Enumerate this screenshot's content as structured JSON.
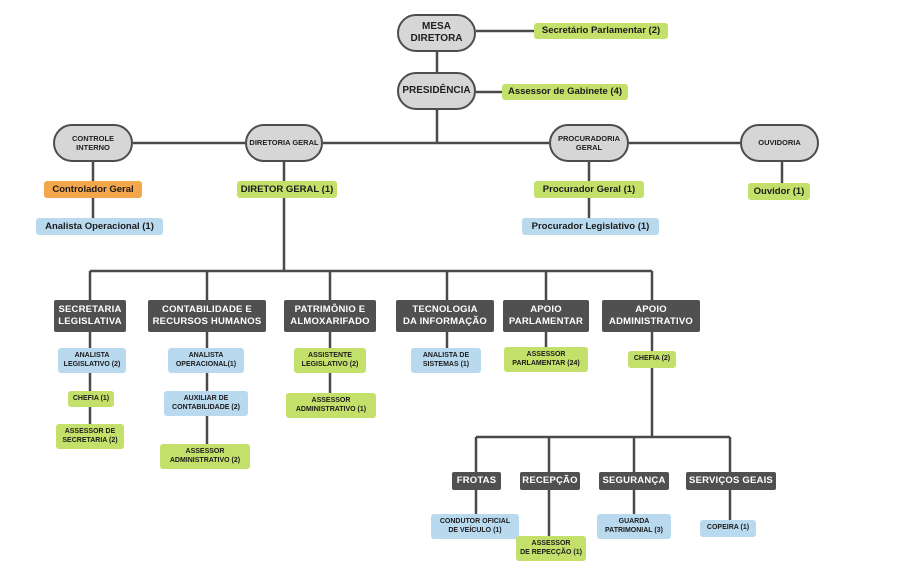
{
  "colors": {
    "node_gray": "#d6d6d6",
    "node_border": "#4d4d4d",
    "department_dark": "#505050",
    "role_green": "#c3e06b",
    "role_blue": "#b9d9ef",
    "role_orange": "#f4a64a",
    "connector": "#4a4a4a"
  },
  "top": {
    "mesa_diretora": "MESA\nDIRETORA",
    "secretario_parlamentar": "Secretário Parlamentar (2)",
    "presidencia": "PRESIDÊNCIA",
    "assessor_gabinete": "Assessor de Gabinete (4)"
  },
  "branches": {
    "controle_interno": "CONTROLE\nINTERNO",
    "controlador_geral": "Controlador Geral",
    "analista_operacional": "Analista Operacional (1)",
    "diretoria_geral": "DIRETORIA GERAL",
    "diretor_geral": "DIRETOR GERAL (1)",
    "procuradoria_geral": "PROCURADORIA\nGERAL",
    "procurador_geral": "Procurador Geral (1)",
    "procurador_legislativo": "Procurador Legislativo (1)",
    "ouvidoria": "OUVIDORIA",
    "ouvidor": "Ouvidor (1)"
  },
  "departments": {
    "secretaria_legislativa": {
      "title": "SECRETARIA\nLEGISLATIVA",
      "roles": [
        "ANALISTA\nLEGISLATIVO (2)",
        "CHEFIA (1)",
        "ASSESSOR DE\nSECRETARIA (2)"
      ]
    },
    "contabilidade_rh": {
      "title": "CONTABILIDADE E\nRECURSOS HUMANOS",
      "roles": [
        "ANALISTA\nOPERACIONAL(1)",
        "AUXILIAR DE\nCONTABILIDADE (2)",
        "ASSESSOR\nADMINISTRATIVO (2)"
      ]
    },
    "patrimonio": {
      "title": "PATRIMÔNIO E\nALMOXARIFADO",
      "roles": [
        "ASSISTENTE\nLEGISLATIVO (2)",
        "ASSESSOR\nADMINISTRATIVO (1)"
      ]
    },
    "tecnologia": {
      "title": "TECNOLOGIA\nDA INFORMAÇÃO",
      "roles": [
        "ANALISTA DE\nSISTEMAS (1)"
      ]
    },
    "apoio_parlamentar": {
      "title": "APOIO\nPARLAMENTAR",
      "roles": [
        "ASSESSOR\nPARLAMENTAR (24)"
      ]
    },
    "apoio_administrativo": {
      "title": "APOIO\nADMINISTRATIVO",
      "roles": [
        "CHEFIA (2)"
      ]
    }
  },
  "services": {
    "frotas": {
      "title": "FROTAS",
      "role": "CONDUTOR OFICIAL\nDE VEÍCULO (1)"
    },
    "recepcao": {
      "title": "RECEPÇÃO",
      "role": "ASSESSOR\nDE REPECÇÃO (1)"
    },
    "seguranca": {
      "title": "SEGURANÇA",
      "role": "GUARDA\nPATRIMONIAL (3)"
    },
    "servicos_geais": {
      "title": "SERVIÇOS GEAIS",
      "role": "COPEIRA (1)"
    }
  }
}
